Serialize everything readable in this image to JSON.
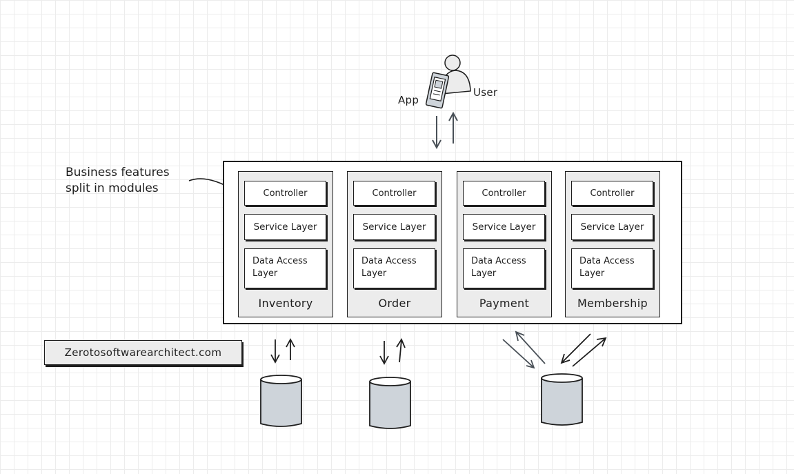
{
  "actors": {
    "app_label": "App",
    "user_label": "User"
  },
  "annotation": {
    "line1": "Business features",
    "line2": "split in modules"
  },
  "modules": [
    {
      "controller": "Controller",
      "service": "Service Layer",
      "data_access": "Data Access Layer",
      "label": "Inventory"
    },
    {
      "controller": "Controller",
      "service": "Service Layer",
      "data_access": "Data Access Layer",
      "label": "Order"
    },
    {
      "controller": "Controller",
      "service": "Service Layer",
      "data_access": "Data Access Layer",
      "label": "Payment"
    },
    {
      "controller": "Controller",
      "service": "Service Layer",
      "data_access": "Data Access Layer",
      "label": "Membership"
    }
  ],
  "website": "Zerotosoftwarearchitect.com",
  "colors": {
    "stroke": "#1e1e1e",
    "module_fill": "#ececec",
    "database_fill": "#ced4da",
    "arrow": "#495057"
  }
}
